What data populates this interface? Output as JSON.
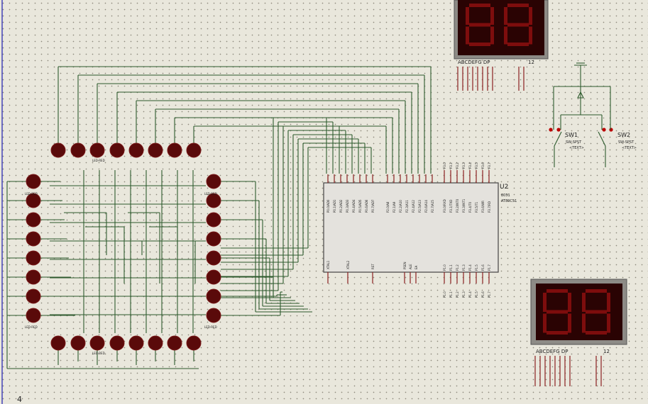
{
  "chip": {
    "ref": "U2",
    "part": "8051",
    "part_sub": "AT89C51",
    "left_labels": [
      "XTAL1",
      "XTAL2",
      "RST"
    ],
    "bottom_pins": [
      "P1.0",
      "P1.1",
      "P1.2",
      "P1.3",
      "P1.4",
      "P1.5",
      "P1.6",
      "P1.7"
    ],
    "top_p0": [
      "P0.0/AD0",
      "P0.1/AD1",
      "P0.2/AD2",
      "P0.3/AD3",
      "P0.4/AD4",
      "P0.5/AD5",
      "P0.6/AD6",
      "P0.7/AD7"
    ],
    "top_p2": [
      "P2.0/A8",
      "P2.1/A9",
      "P2.2/A10",
      "P2.3/A11",
      "P2.4/A12",
      "P2.5/A13",
      "P2.6/A14",
      "P2.7/A15"
    ],
    "top_p3": [
      "P3.0/RXD",
      "P3.1/TXD",
      "P3.2/INT0",
      "P3.3/INT1",
      "P3.4/T0",
      "P3.5/T1",
      "P3.6/WR",
      "P3.7/RD"
    ],
    "mid_labels": [
      "PSEN",
      "ALE",
      "EA"
    ]
  },
  "switches": [
    {
      "ref": "SW1",
      "type": "SW-SPST",
      "sub": "<TEXT>"
    },
    {
      "ref": "SW2",
      "type": "SW-SPST",
      "sub": "<TEXT>"
    }
  ],
  "displays": [
    {
      "pin_label": "ABCDEFG  DP",
      "digit_label": "12"
    },
    {
      "pin_label": "ABCDEFG  DP",
      "digit_label": "12"
    }
  ],
  "led_label": "LED-RED",
  "corner_mark": "4"
}
